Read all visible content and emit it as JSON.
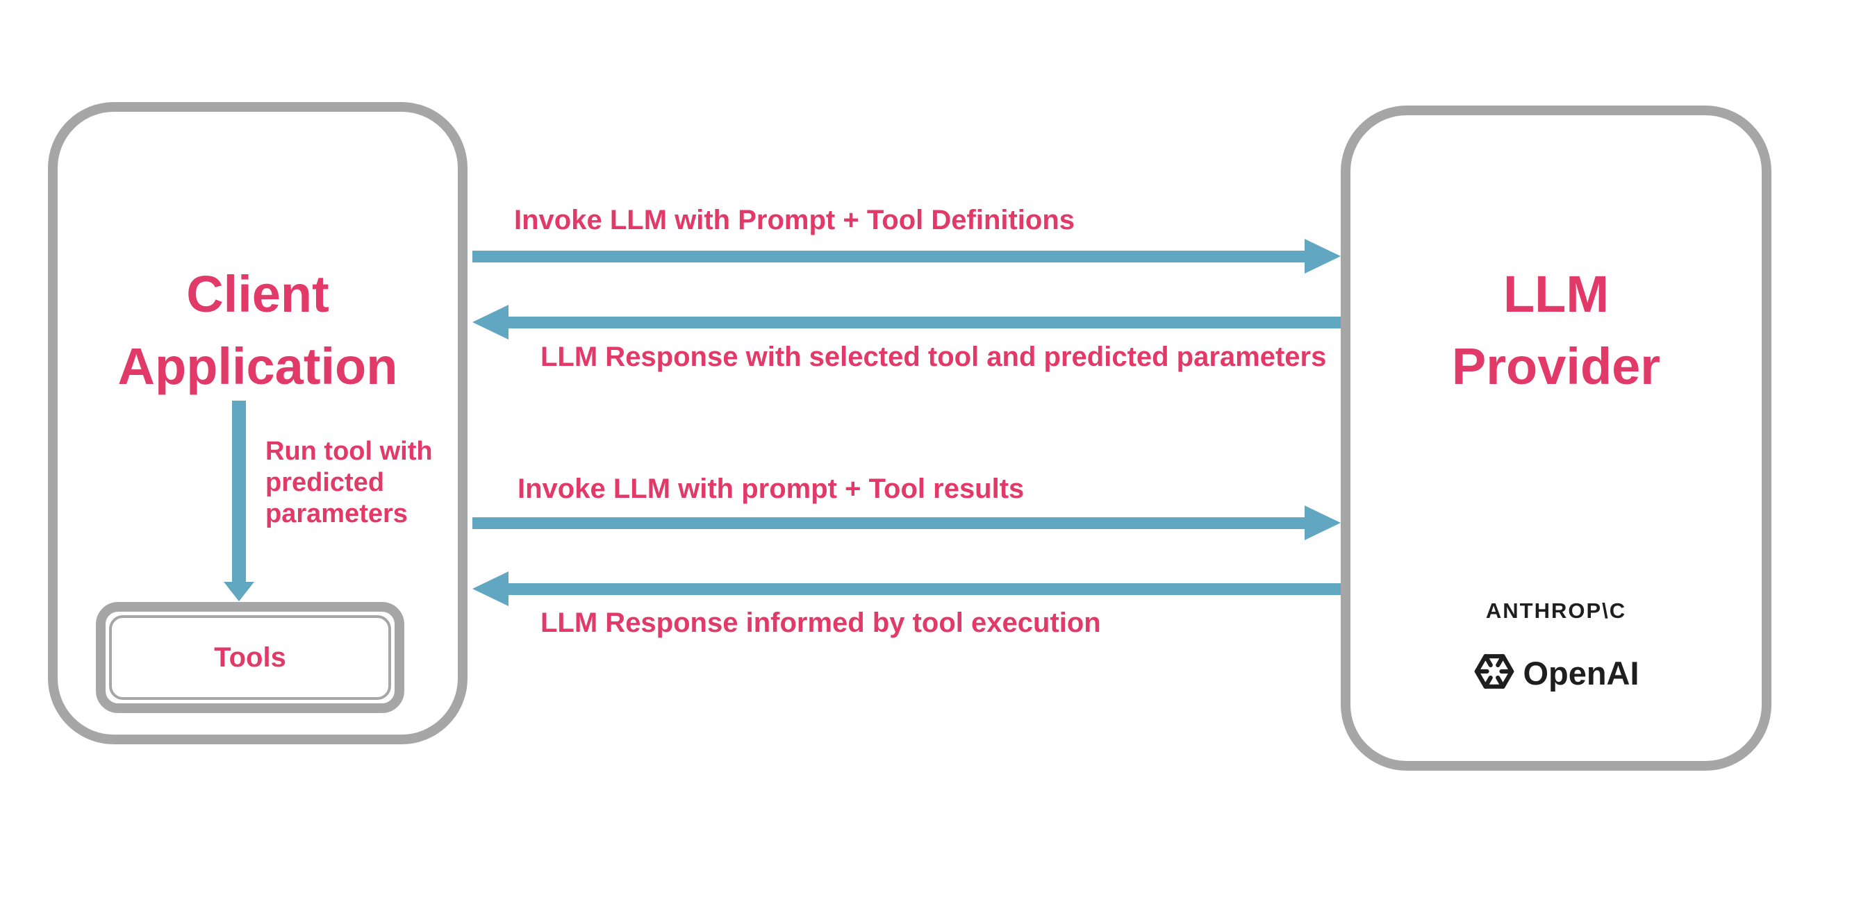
{
  "diagram": {
    "title_context": "LLM tool-use flow between a client application and an LLM provider",
    "colors": {
      "accent_pink": "#E23A68",
      "arrow_blue": "#62A7C2",
      "border_gray": "#A6A6A6",
      "logo_black": "#1E1E1E",
      "background": "#FFFFFF"
    },
    "nodes": {
      "client": {
        "title": "Client Application"
      },
      "tools": {
        "label": "Tools"
      },
      "provider": {
        "title": "LLM Provider",
        "logos": {
          "anthropic": "ANTHROP\\C",
          "openai": "OpenAI"
        }
      }
    },
    "edges": {
      "invoke_with_definitions": {
        "label": "Invoke LLM with Prompt + Tool Definitions",
        "from": "client",
        "to": "provider",
        "direction": "right"
      },
      "response_selected_tool": {
        "label": "LLM Response with selected tool and predicted parameters",
        "from": "provider",
        "to": "client",
        "direction": "left"
      },
      "run_tool": {
        "label": "Run tool with predicted parameters",
        "from": "client",
        "to": "tools",
        "direction": "down"
      },
      "invoke_with_results": {
        "label": "Invoke LLM with prompt + Tool results",
        "from": "client",
        "to": "provider",
        "direction": "right"
      },
      "response_informed": {
        "label": "LLM Response informed by tool execution",
        "from": "provider",
        "to": "client",
        "direction": "left"
      }
    }
  }
}
